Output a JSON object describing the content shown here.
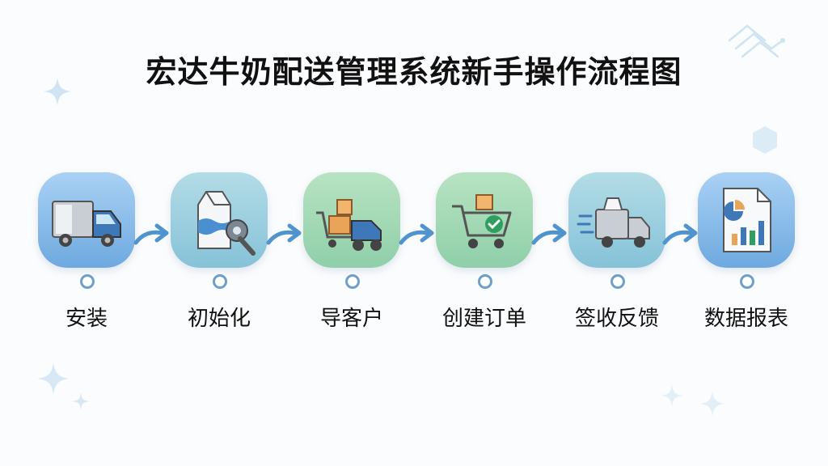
{
  "title": "宏达牛奶配送管理系统新手操作流程图",
  "steps": [
    {
      "label": "安装",
      "icon": "delivery-truck-icon",
      "color": "blue"
    },
    {
      "label": "初始化",
      "icon": "milk-carton-gear-icon",
      "color": "teal"
    },
    {
      "label": "导客户",
      "icon": "cart-truck-boxes-icon",
      "color": "green"
    },
    {
      "label": "创建订单",
      "icon": "cart-checkmark-icon",
      "color": "green"
    },
    {
      "label": "签收反馈",
      "icon": "fast-milk-truck-icon",
      "color": "teal"
    },
    {
      "label": "数据报表",
      "icon": "report-chart-icon",
      "color": "blue"
    }
  ],
  "colors": {
    "blue_tile": "#6ea9df",
    "green_tile": "#8fcfa9",
    "teal_tile": "#86c2d8",
    "arrow": "#4f93cf"
  }
}
